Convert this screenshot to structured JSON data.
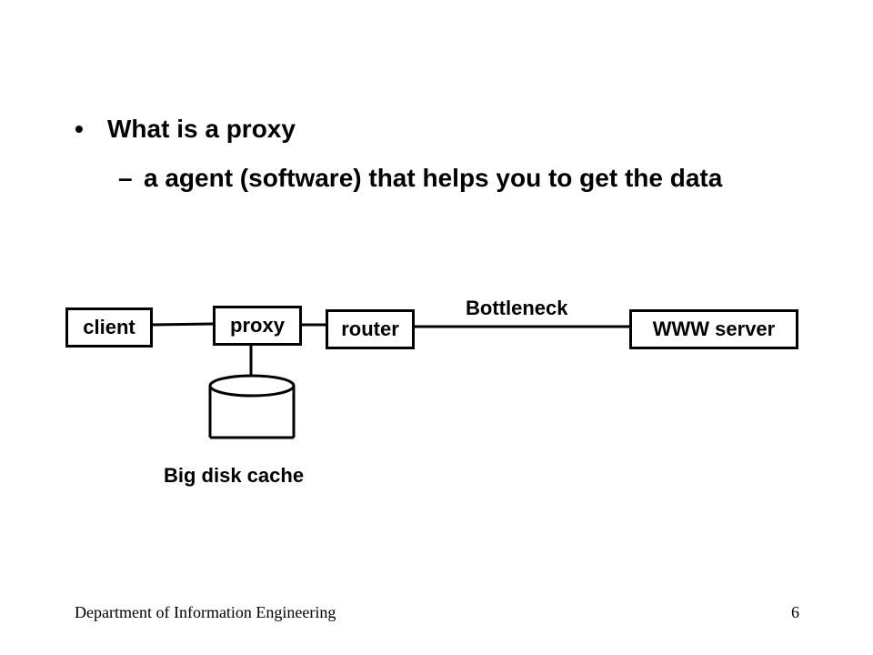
{
  "bullets": [
    {
      "marker": "•",
      "text": "What is a proxy"
    },
    {
      "marker": "–",
      "text": "a agent (software) that helps you to get the data"
    }
  ],
  "diagram": {
    "nodes": {
      "client": "client",
      "proxy": "proxy",
      "router": "router",
      "server": "WWW server"
    },
    "bottleneck_label": "Bottleneck",
    "cache_label": "Big disk cache"
  },
  "footer": {
    "department": "Department of Information Engineering",
    "page_number": "6"
  }
}
